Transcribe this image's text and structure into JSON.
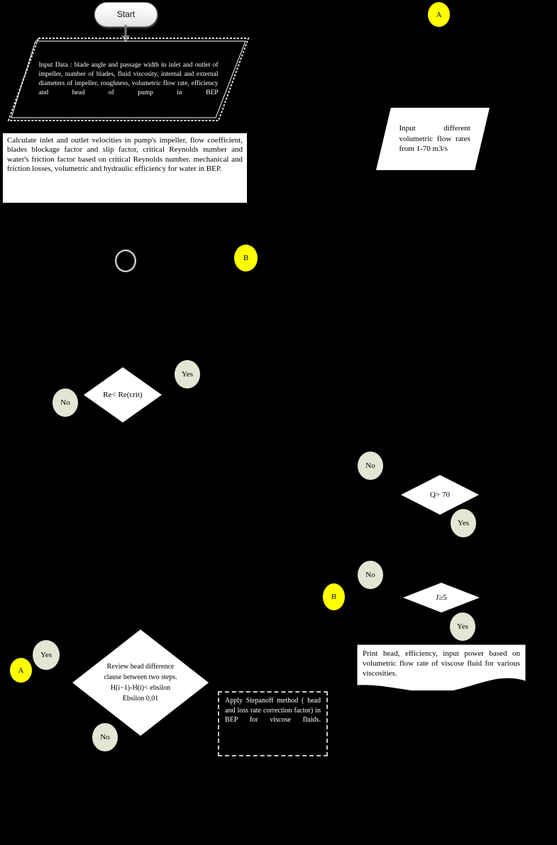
{
  "diagram": {
    "title": "Pump performance calculation flowchart",
    "background_color": "#000000",
    "connector_yellow": "#ffff00",
    "connector_pale": "#e4e6d4",
    "shape_fill": "#ffffff"
  },
  "start": {
    "label": "Start"
  },
  "input_data": {
    "text": "Input Data : blade angle and passage width in inlet and outlet of impeller, number of blades, fluid viscosity, internal and external diameters of impeller, roughness, volumetric flow rate, efficiency and head of pump in BEP"
  },
  "calculate_block": {
    "text": "Calculate inlet and outlet velocities in pump's impeller, flow coefficient, blades blockage factor and slip factor, critical Reynolds number and water's friction factor based on critical Reynolds number. mechanical and friction losses, volumetric and hydraulic efficiency for water in BEP."
  },
  "input_flow_rates": {
    "text": "Input different volumetric flow rates from 1-70 m3/s"
  },
  "apply_block": {
    "text": "Apply Stepanoff method ( head and loss rate correction factor) in BEP for viscose fluids."
  },
  "print_block": {
    "text": "Print head, efficiency, input power based on volumetric flow rate of viscose fluid for various viscosities."
  },
  "decisions": [
    {
      "id": "re-crit",
      "label": "Re< Re(crit)"
    },
    {
      "id": "q-gt-70",
      "label": "Q> 70"
    },
    {
      "id": "j-ge-5",
      "label": "J≥5"
    },
    {
      "id": "head-diff",
      "label": "Review head difference clause between two steps.\nH(i−1)-H(i)< ebsilon\nEbsilon  0,01"
    }
  ],
  "decision_head_diff_lines": {
    "line1": "Review head difference",
    "line2": "clause between two steps.",
    "line3": "H(i−1)-H(i)< ebsilon",
    "line4": "Ebsilon  0,01"
  },
  "connectors": [
    {
      "id": "a-top",
      "label": "A",
      "color": "yellow"
    },
    {
      "id": "b-mid",
      "label": "B",
      "color": "yellow"
    },
    {
      "id": "b-lower",
      "label": "B",
      "color": "yellow"
    },
    {
      "id": "a-lower",
      "label": "A",
      "color": "yellow"
    },
    {
      "id": "recrit-no",
      "label": "No",
      "color": "pale"
    },
    {
      "id": "recrit-yes",
      "label": "Yes",
      "color": "pale"
    },
    {
      "id": "q70-no",
      "label": "No",
      "color": "pale"
    },
    {
      "id": "q70-yes",
      "label": "Yes",
      "color": "pale"
    },
    {
      "id": "j5-no",
      "label": "No",
      "color": "pale"
    },
    {
      "id": "j5-yes",
      "label": "Yes",
      "color": "pale"
    },
    {
      "id": "headdiff-yes",
      "label": "Yes",
      "color": "pale"
    },
    {
      "id": "headdiff-no",
      "label": "No",
      "color": "pale"
    },
    {
      "id": "loop-ring",
      "label": "",
      "color": "ring"
    }
  ]
}
